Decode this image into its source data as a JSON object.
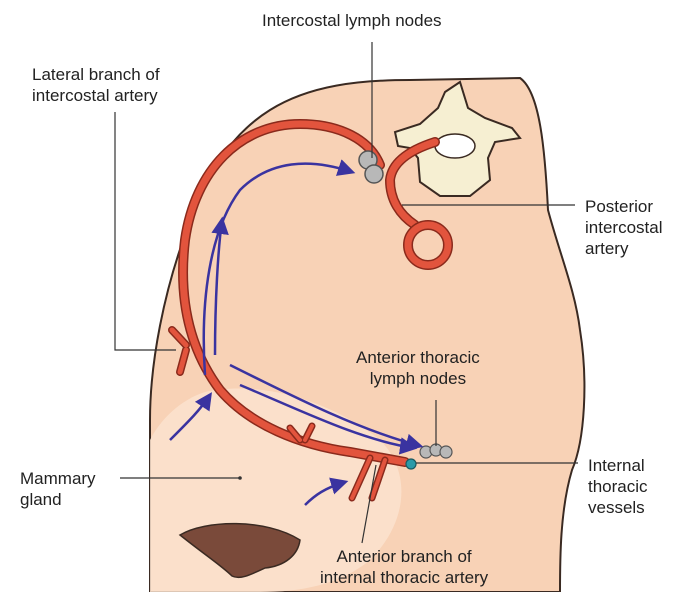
{
  "labels": {
    "intercostal_lymph_nodes": [
      "Intercostal lymph nodes"
    ],
    "lateral_branch": [
      "Lateral branch of",
      "intercostal artery"
    ],
    "posterior_intercostal_artery": [
      "Posterior",
      "intercostal",
      "artery"
    ],
    "anterior_thoracic_lymph_nodes": [
      "Anterior thoracic",
      "lymph nodes"
    ],
    "mammary_gland": [
      "Mammary",
      "gland"
    ],
    "internal_thoracic_vessels": [
      "Internal",
      "thoracic",
      "vessels"
    ],
    "anterior_branch": [
      "Anterior branch of",
      "internal thoracic artery"
    ]
  },
  "colors": {
    "skin": "#f8d2b6",
    "skin_light": "#fbe3cf",
    "skin_outline": "#3a2a22",
    "artery": "#e2543d",
    "artery_outline": "#8a2a1c",
    "lymph_flow": "#3a33a0",
    "vertebra": "#f6efd2",
    "lymph_node": "#b8b8b8",
    "vessel": "#2a9aa8",
    "nipple": "#7a4a3a",
    "leader_line": "#333333"
  }
}
